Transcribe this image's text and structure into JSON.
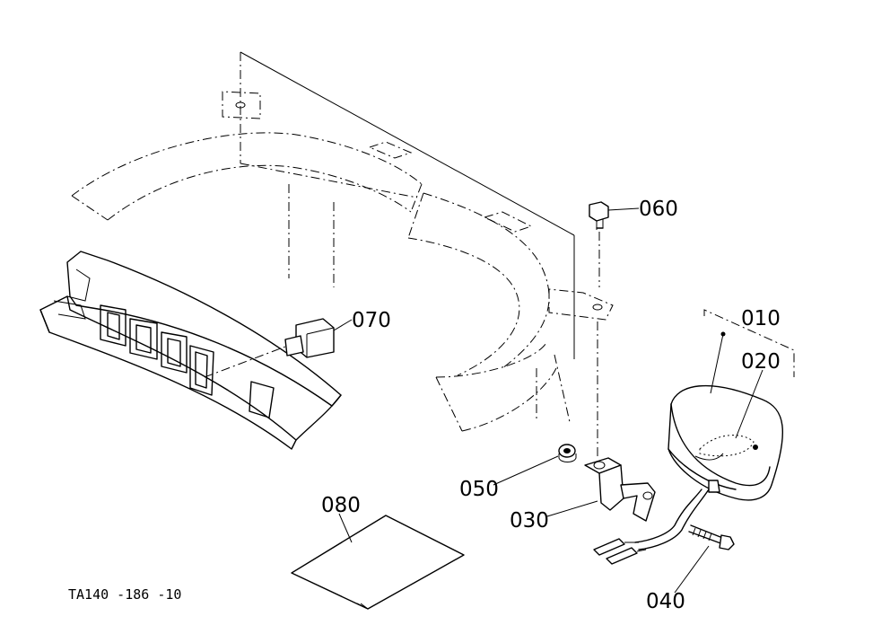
{
  "figure": {
    "drawing_code": "TA140 -186 -10"
  },
  "parts": [
    {
      "id": "010",
      "label": "010"
    },
    {
      "id": "020",
      "label": "020"
    },
    {
      "id": "030",
      "label": "030"
    },
    {
      "id": "040",
      "label": "040"
    },
    {
      "id": "050",
      "label": "050"
    },
    {
      "id": "060",
      "label": "060"
    },
    {
      "id": "070",
      "label": "070"
    },
    {
      "id": "080",
      "label": "080"
    }
  ]
}
